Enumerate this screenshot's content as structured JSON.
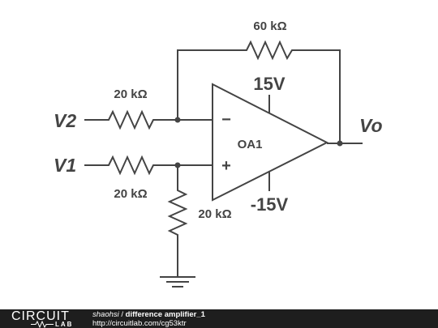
{
  "schematic": {
    "resistors": {
      "feedback": "60 kΩ",
      "input_v2": "20 kΩ",
      "input_v1": "20 kΩ",
      "ground": "20 kΩ"
    },
    "opamp": {
      "name": "OA1",
      "inverting_sign": "−",
      "noninverting_sign": "+",
      "positive_supply": "15V",
      "negative_supply": "-15V"
    },
    "nodes": {
      "input_2": "V2",
      "input_1": "V1",
      "output": "Vo"
    }
  },
  "footer": {
    "logo_top": "CIRCUIT",
    "logo_bottom": "LAB",
    "author": "shaohsi",
    "separator": " / ",
    "title": "difference amplifier_1",
    "url": "http://circuitlab.com/cg53ktr"
  }
}
